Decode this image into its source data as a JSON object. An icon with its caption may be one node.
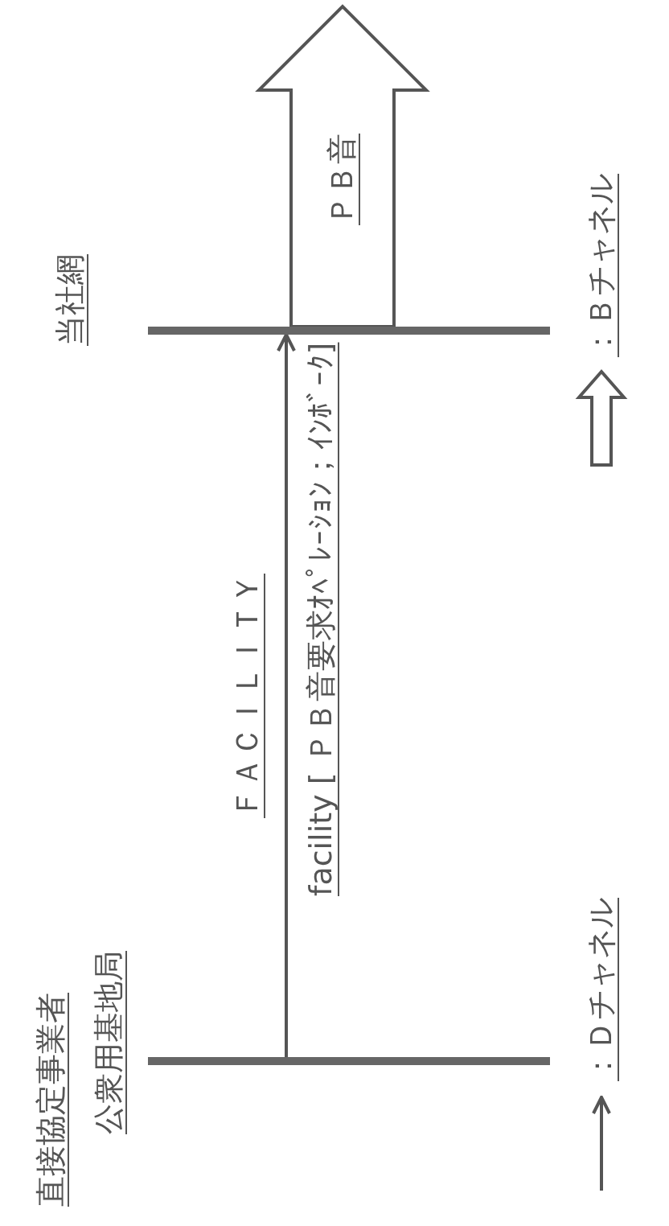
{
  "diagram": {
    "nodes": [
      {
        "text": [
          "直接協定事業者",
          "公衆用基地局"
        ]
      },
      {
        "text": [
          "当社網"
        ]
      }
    ],
    "edges": [
      {
        "from": 0,
        "to": 1,
        "arrow": "to",
        "label": "ＦＡＣＩＬＩＴＹ"
      },
      {
        "from": 1,
        "to": null,
        "arrow": "to",
        "style": "thick",
        "label": "ＰＢ音"
      }
    ],
    "labels": [
      "facility [ ＰＢ音要求ｵﾍﾟﾚｰｼｮﾝ；ｲﾝﾎﾞｰｸ]"
    ],
    "legend": [
      {
        "text": "：Ｄチャネル"
      },
      {
        "text": "：Ｂチャネル"
      }
    ]
  }
}
